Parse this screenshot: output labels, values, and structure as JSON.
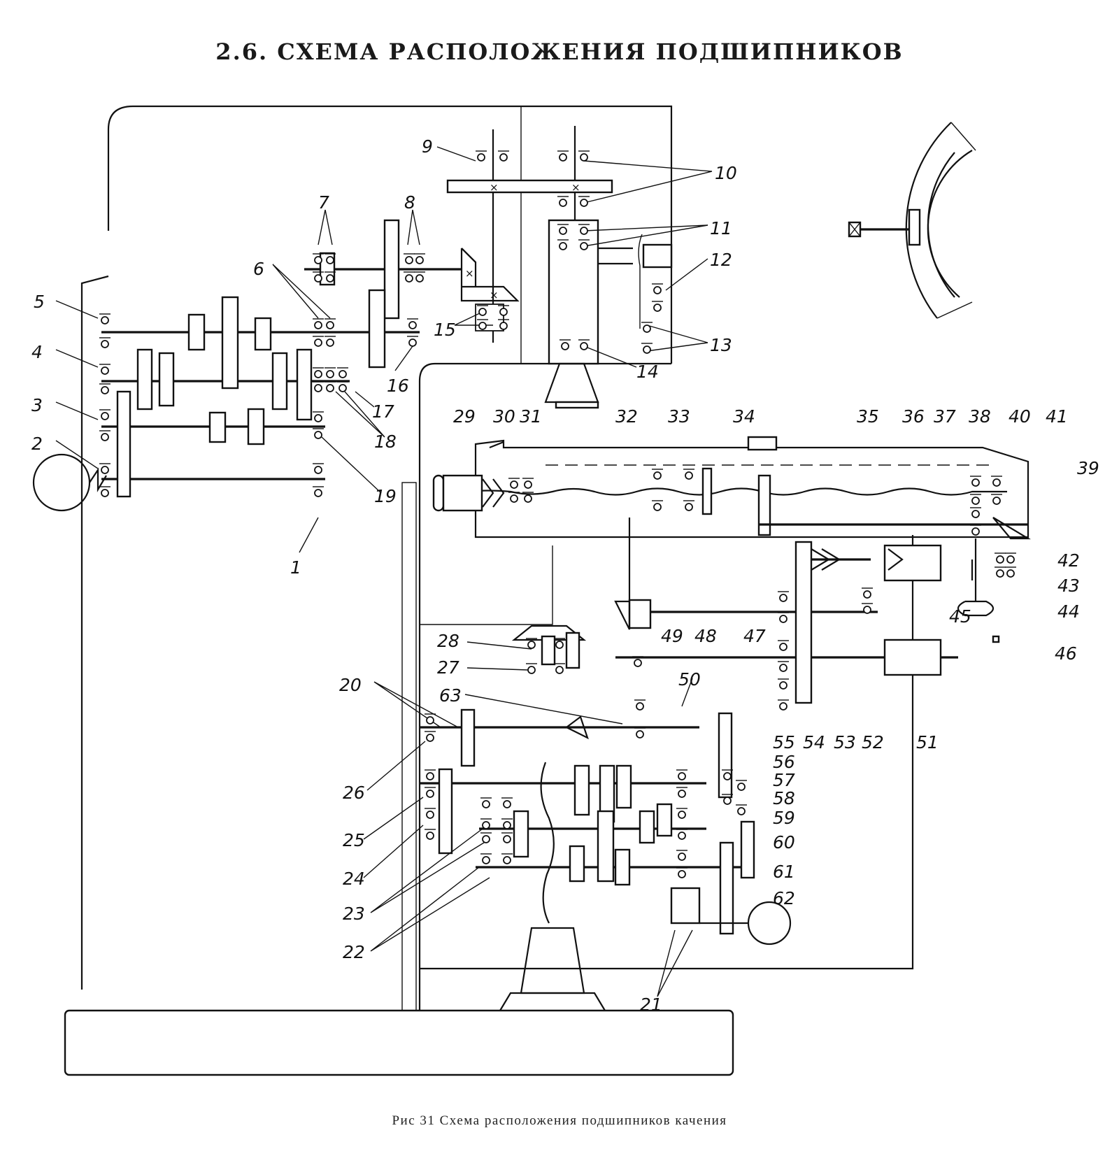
{
  "document": {
    "heading": "2.6. СХЕМА РАСПОЛОЖЕНИЯ ПОДШИПНИКОВ",
    "caption": "Рис 31  Схема расположения подшипников качения"
  },
  "diagram": {
    "type": "kinematic bearing layout scheme",
    "callouts": [
      "1",
      "2",
      "3",
      "4",
      "5",
      "6",
      "7",
      "8",
      "9",
      "10",
      "11",
      "12",
      "13",
      "14",
      "15",
      "16",
      "17",
      "18",
      "19",
      "20",
      "21",
      "22",
      "23",
      "24",
      "25",
      "26",
      "27",
      "28",
      "29",
      "30",
      "31",
      "32",
      "33",
      "34",
      "35",
      "36",
      "37",
      "38",
      "39",
      "40",
      "41",
      "42",
      "43",
      "44",
      "45",
      "46",
      "47",
      "48",
      "49",
      "50",
      "51",
      "52",
      "53",
      "54",
      "55",
      "56",
      "57",
      "58",
      "59",
      "60",
      "61",
      "62",
      "63"
    ]
  }
}
